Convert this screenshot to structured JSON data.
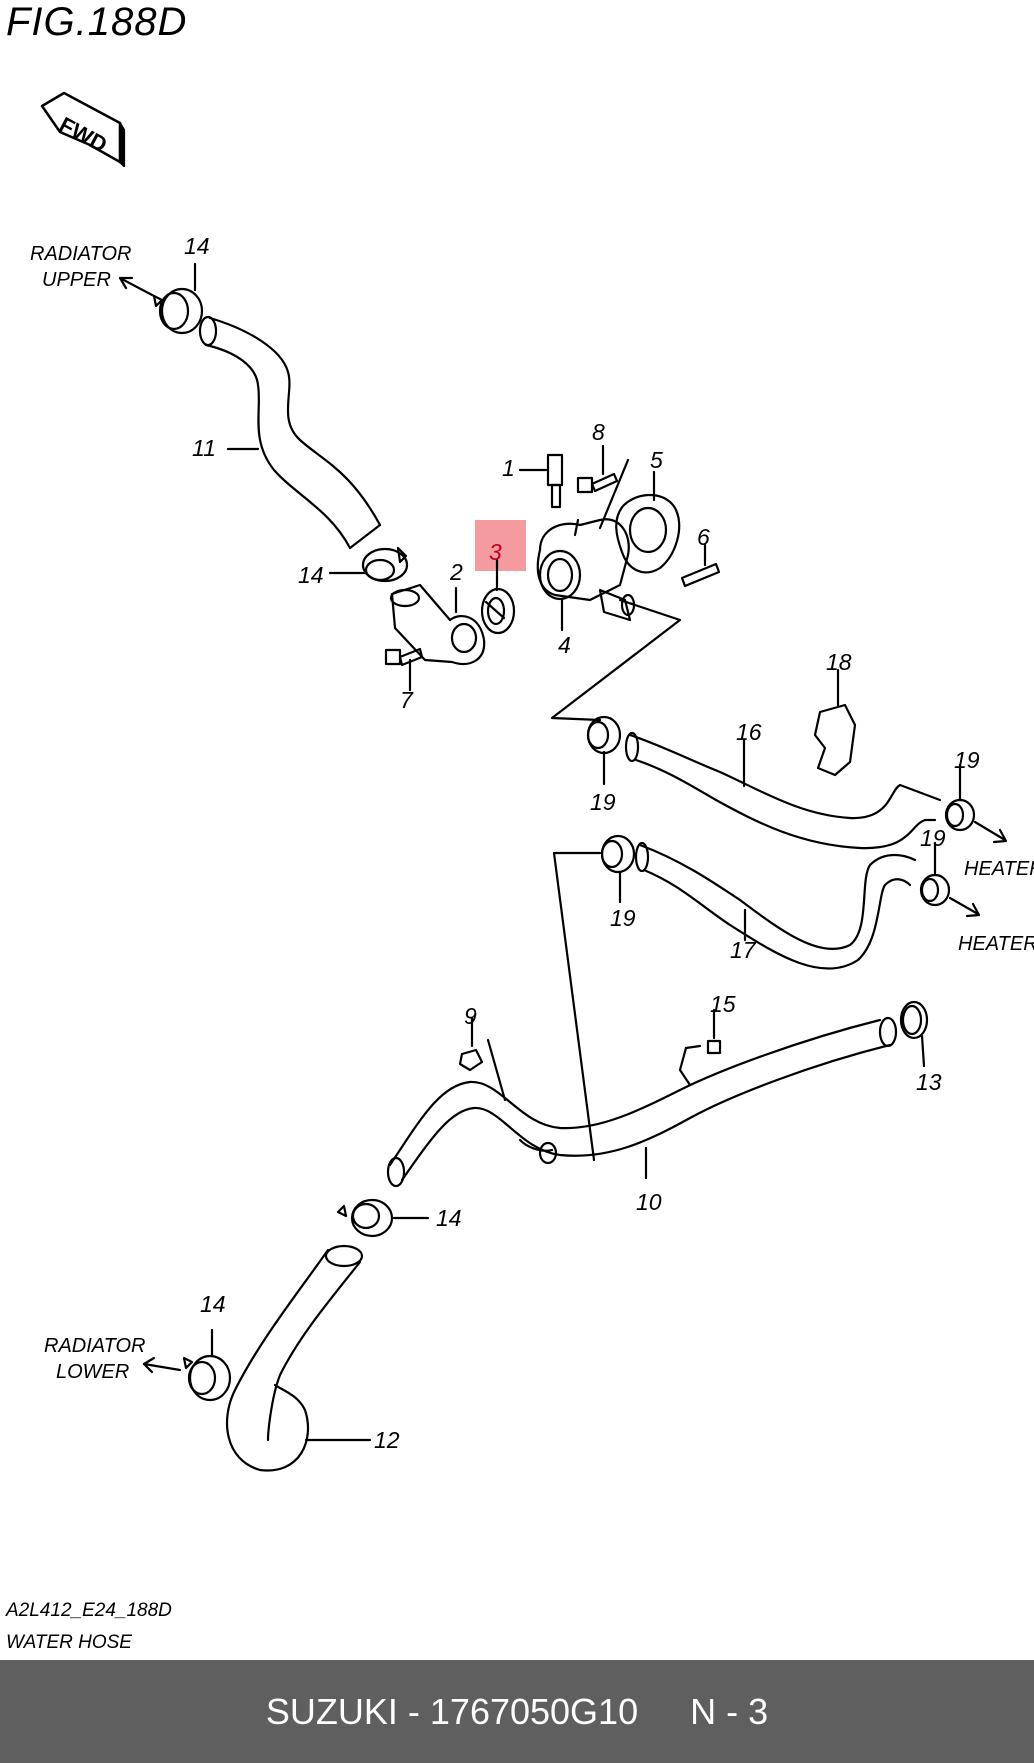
{
  "figure": {
    "title": "FIG.188D"
  },
  "fwd_badge": "FWD",
  "annotations": {
    "radiator_upper": [
      "RADIATOR",
      "UPPER"
    ],
    "radiator_lower": [
      "RADIATOR",
      "LOWER"
    ],
    "heater_1": "HEATER",
    "heater_2": "HEATER"
  },
  "callouts": {
    "c1": "1",
    "c2": "2",
    "c3": "3",
    "c4": "4",
    "c5": "5",
    "c6": "6",
    "c7": "7",
    "c8": "8",
    "c9": "9",
    "c10": "10",
    "c11": "11",
    "c12": "12",
    "c13": "13",
    "c14a": "14",
    "c14b": "14",
    "c14c": "14",
    "c14d": "14",
    "c15": "15",
    "c16": "16",
    "c17": "17",
    "c18": "18",
    "c19a": "19",
    "c19b": "19",
    "c19c": "19",
    "c19d": "19"
  },
  "highlighted_part": "3",
  "colors": {
    "highlight": "#f2898e",
    "footer_bg": "#5f5f5f",
    "footer_text": "#ffffff"
  },
  "drawing_code": "A2L412_E24_188D",
  "drawing_name": "WATER HOSE",
  "footer": {
    "brand_part": "SUZUKI - 1767050G10",
    "page": "N - 3"
  }
}
